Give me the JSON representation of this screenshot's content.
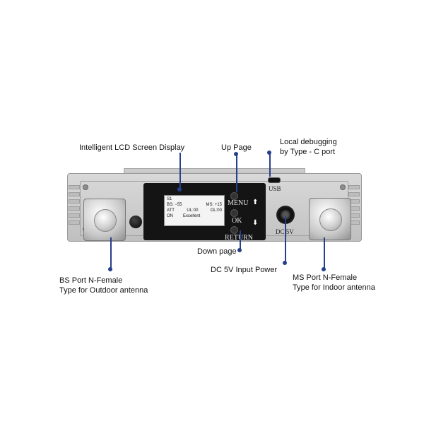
{
  "callouts": {
    "lcd": "Intelligent  LCD Screen Display",
    "up_page": "Up Page",
    "local_debug": [
      "Local debugging",
      "by Type - C port"
    ],
    "down_page": "Down page",
    "dc_input": "DC 5V Input Power",
    "bs_port": [
      "BS Port N-Female",
      "Type for Outdoor antenna"
    ],
    "ms_port": [
      "MS Port N-Female",
      "Type for Indoor antenna"
    ]
  },
  "lcd": {
    "row1": "S1",
    "row2_left": "BS: −55",
    "row2_right": "MS: +15",
    "row3_a": "ATT",
    "row3_b": "UL:00",
    "row3_c": "DL:00",
    "row4_a": "ON",
    "row4_b": "Excellent"
  },
  "keys": {
    "menu": "MENU",
    "ok": "OK",
    "return": "RETURN",
    "up_arrow": "⬆",
    "down_arrow": "⬇"
  },
  "panel": {
    "usb": "USB",
    "dc": "DC  5V"
  },
  "colors": {
    "callout_line": "#27408b",
    "device_body": "#c8c8c8",
    "display_panel": "#141414"
  }
}
